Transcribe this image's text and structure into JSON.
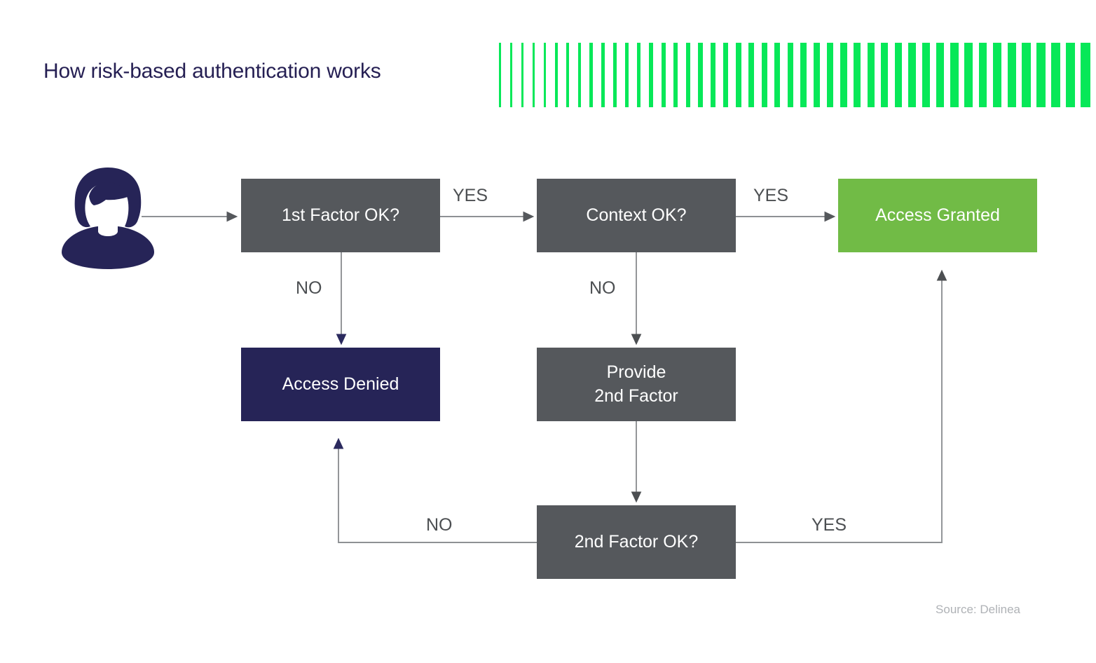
{
  "header": {
    "title": "How risk-based authentication works",
    "title_color": "#251F53",
    "bar_pattern": {
      "icon": "vertical-bars-pattern",
      "color": "#07E858",
      "count": 46
    }
  },
  "diagram": {
    "type": "flowchart",
    "actor": {
      "icon": "user-avatar-icon",
      "color": "#262457",
      "label": ""
    },
    "nodes": [
      {
        "id": "first_factor",
        "label": "1st Factor OK?",
        "kind": "decision",
        "color": "#55585C",
        "text_color": "#FFFFFF"
      },
      {
        "id": "context",
        "label": "Context OK?",
        "kind": "decision",
        "color": "#55585C",
        "text_color": "#FFFFFF"
      },
      {
        "id": "granted",
        "label": "Access Granted",
        "kind": "terminal",
        "color": "#71BB46",
        "text_color": "#FFFFFF"
      },
      {
        "id": "denied",
        "label": "Access Denied",
        "kind": "terminal",
        "color": "#262457",
        "text_color": "#FFFFFF"
      },
      {
        "id": "provide",
        "label": "Provide\n2nd Factor",
        "kind": "process",
        "color": "#55585C",
        "text_color": "#FFFFFF",
        "label_line1": "Provide",
        "label_line2": "2nd Factor"
      },
      {
        "id": "second_factor",
        "label": "2nd Factor OK?",
        "kind": "decision",
        "color": "#55585C",
        "text_color": "#FFFFFF"
      }
    ],
    "edges": [
      {
        "from": "actor",
        "to": "first_factor",
        "label": ""
      },
      {
        "from": "first_factor",
        "to": "context",
        "label": "YES"
      },
      {
        "from": "first_factor",
        "to": "denied",
        "label": "NO"
      },
      {
        "from": "context",
        "to": "granted",
        "label": "YES"
      },
      {
        "from": "context",
        "to": "provide",
        "label": "NO"
      },
      {
        "from": "provide",
        "to": "second_factor",
        "label": ""
      },
      {
        "from": "second_factor",
        "to": "denied",
        "label": "NO"
      },
      {
        "from": "second_factor",
        "to": "granted",
        "label": "YES"
      }
    ],
    "edge_labels": {
      "yes_1": "YES",
      "yes_2": "YES",
      "yes_3": "YES",
      "no_1": "NO",
      "no_2": "NO",
      "no_3": "NO"
    }
  },
  "footer": {
    "source": "Source: Delinea"
  }
}
